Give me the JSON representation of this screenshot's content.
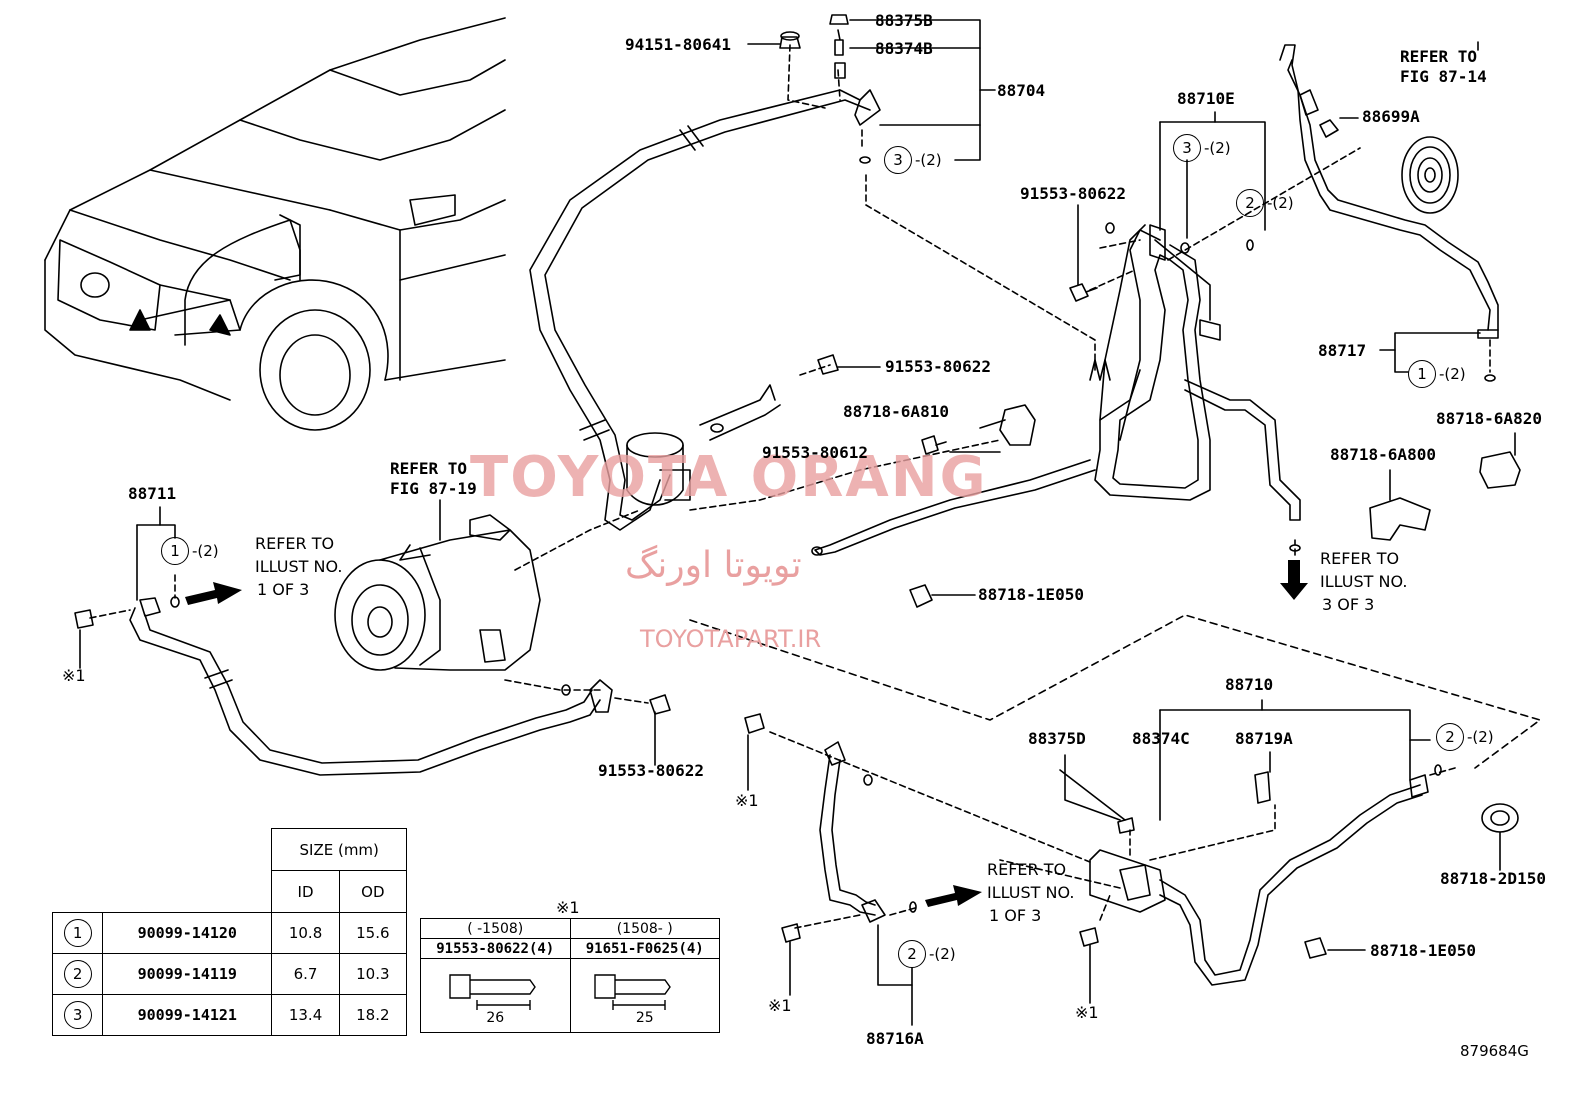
{
  "labels": {
    "p94151": "94151-80641",
    "p88375B": "88375B",
    "p88374B": "88374B",
    "p88704": "88704",
    "p88710E": "88710E",
    "p88699A": "88699A",
    "refer_fig87_14_a": "REFER TO",
    "refer_fig87_14_b": "FIG 87-14",
    "p91553_top": "91553-80622",
    "p88717": "88717",
    "p91553_mid": "91553-80622",
    "p88718_6A810": "88718-6A810",
    "p91553_80612": "91553-80612",
    "p88718_6A820": "88718-6A820",
    "p88718_6A800": "88718-6A800",
    "refer_fig87_19_a": "REFER TO",
    "refer_fig87_19_b": "FIG 87-19",
    "p88711": "88711",
    "p88718_1E050_a": "88718-1E050",
    "p91553_low": "91553-80622",
    "p88710": "88710",
    "p88375D": "88375D",
    "p88374C": "88374C",
    "p88719A": "88719A",
    "p88718_2D150": "88718-2D150",
    "p88718_1E050_b": "88718-1E050",
    "p88716A": "88716A",
    "ref_code": "879684G",
    "mark1": "※1"
  },
  "notes": {
    "illust1_a": "REFER TO",
    "illust1_b": "ILLUST NO.",
    "illust1_c": "1 OF 3",
    "illust3_a": "REFER TO",
    "illust3_b": "ILLUST NO.",
    "illust3_c": "3 OF 3"
  },
  "circles": {
    "c3_top": {
      "num": "3",
      "qty": "-(2)"
    },
    "c3_e": {
      "num": "3",
      "qty": "-(2)"
    },
    "c2_e": {
      "num": "2",
      "qty": "-(2)"
    },
    "c1_717": {
      "num": "1",
      "qty": "-(2)"
    },
    "c1_711": {
      "num": "1",
      "qty": "-(2)"
    },
    "c2_710": {
      "num": "2",
      "qty": "-(2)"
    },
    "c2_716": {
      "num": "2",
      "qty": "-(2)"
    }
  },
  "watermark": {
    "main": "TOYOTA ORANG",
    "persian": "تویوتا اورنگ",
    "site": "TOYOTAPART.IR",
    "color": "#e9a0a0"
  },
  "size_table": {
    "header_group": "SIZE (mm)",
    "header_id": "ID",
    "header_od": "OD",
    "rows": [
      {
        "num": "1",
        "part": "90099-14120",
        "id": "10.8",
        "od": "15.6"
      },
      {
        "num": "2",
        "part": "90099-14119",
        "id": "6.7",
        "od": "10.3"
      },
      {
        "num": "3",
        "part": "90099-14121",
        "id": "13.4",
        "od": "18.2"
      }
    ]
  },
  "bolt_table": {
    "title": "※1",
    "col1_range": "(     -1508)",
    "col2_range": "(1508-      )",
    "col1_part": "91553-80622(4)",
    "col2_part": "91651-F0625(4)",
    "col1_len": "26",
    "col2_len": "25"
  }
}
